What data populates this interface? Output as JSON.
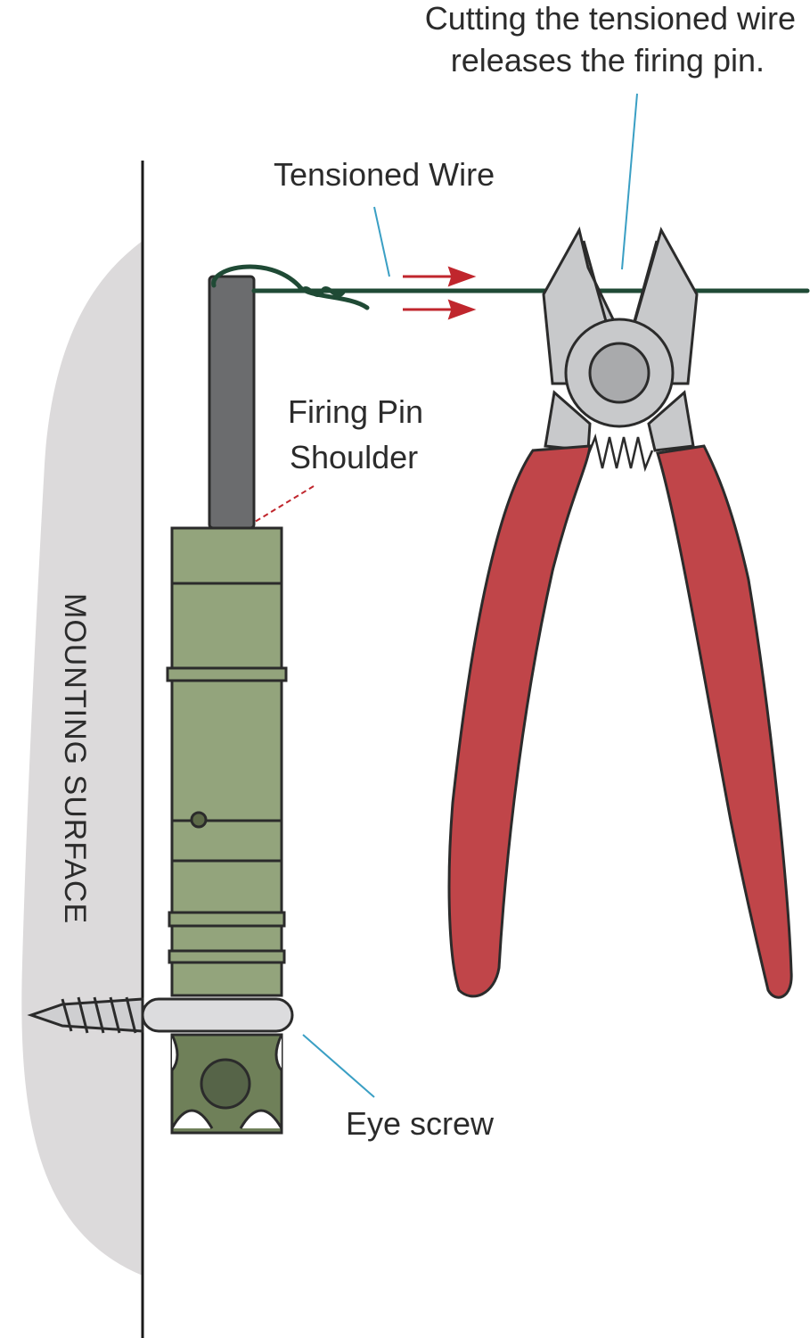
{
  "labels": {
    "cut_note_line1": "Cutting the tensioned wire",
    "cut_note_line2": "releases the firing pin.",
    "tensioned_wire": "Tensioned Wire",
    "firing_pin_line1": "Firing Pin",
    "firing_pin_line2": "Shoulder",
    "eye_screw": "Eye screw",
    "mounting_surface": "MOUNTING SURFACE"
  },
  "colors": {
    "mounting_surface": "#dcdadb",
    "body_green": "#93a47c",
    "base_green": "#6f8059",
    "wire": "#1f4a35",
    "firing_pin": "#6b6c6e",
    "plier_handle": "#c04549",
    "plier_metal": "#c8c9cb",
    "leader_blue": "#3a9fc4",
    "leader_red": "#c0262d",
    "arrow_red": "#c0262d"
  }
}
